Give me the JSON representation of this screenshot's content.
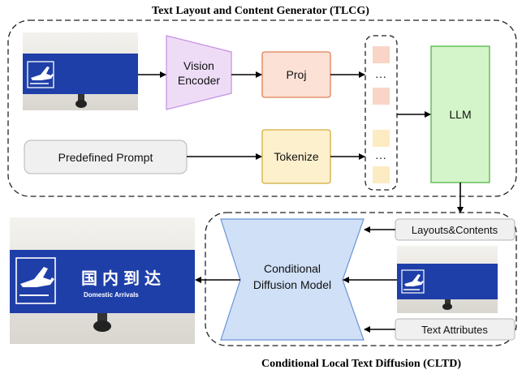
{
  "tlcg": {
    "title": "Text Layout and Content Generator (TLCG)",
    "vision_encoder": [
      "Vision",
      "Encoder"
    ],
    "proj": "Proj",
    "tokenize": "Tokenize",
    "llm": "LLM",
    "prompt": "Predefined Prompt",
    "ellipsis": "···"
  },
  "cltd": {
    "title": "Conditional Local Text Diffusion (CLTD)",
    "model": [
      "Conditional",
      "Diffusion Model"
    ],
    "layouts": "Layouts&Contents",
    "attributes": "Text Attributes"
  },
  "output_sign": {
    "chinese": "国内到达",
    "english": "Domestic Arrivals"
  },
  "colors": {
    "vision_encoder": "#eedcf7",
    "proj": "#fbe1d6",
    "tokenize": "#fdf0cd",
    "llm": "#d4f5c9",
    "diffusion": "#cfe0f7",
    "sign_blue": "#1f3fa8"
  }
}
